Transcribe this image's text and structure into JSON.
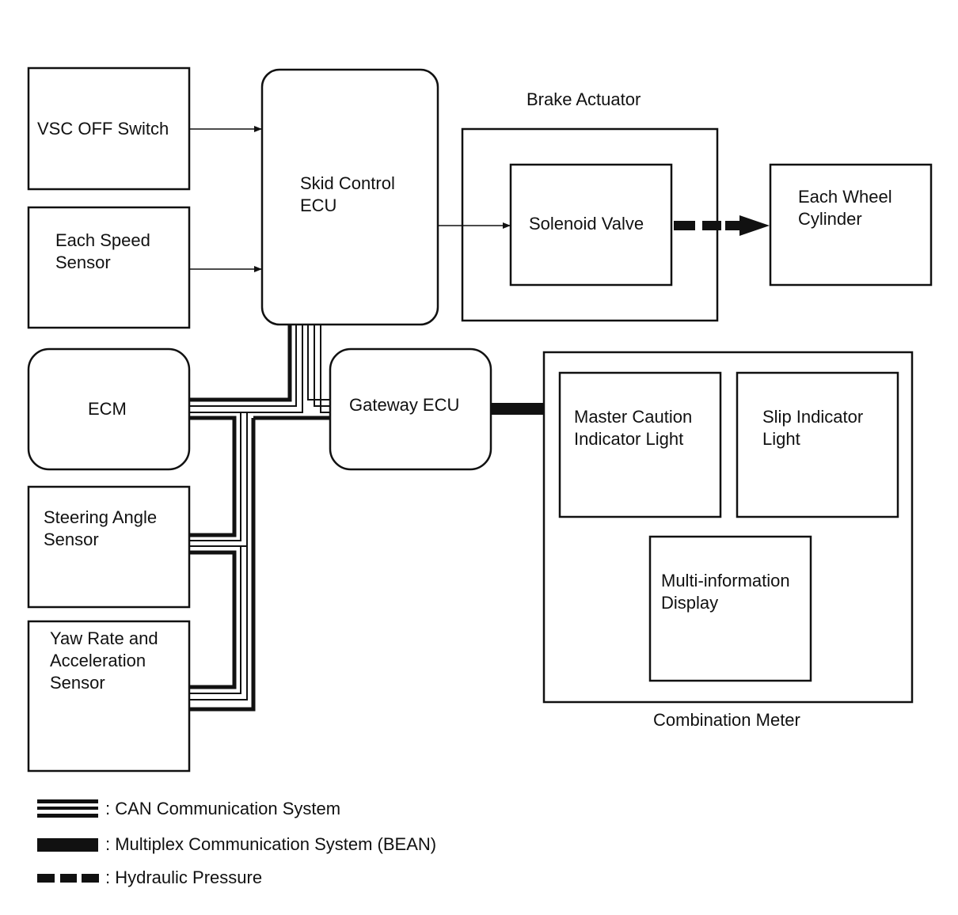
{
  "blocks": {
    "vsc_off_switch": "VSC OFF Switch",
    "each_speed_sensor": "Each Speed\nSensor",
    "skid_control_ecu": "Skid Control\nECU",
    "brake_actuator": "Brake Actuator",
    "solenoid_valve": "Solenoid Valve",
    "each_wheel_cylinder": "Each Wheel\nCylinder",
    "ecm": "ECM",
    "gateway_ecu": "Gateway ECU",
    "steering_angle_sensor": "Steering Angle\nSensor",
    "yaw_rate_sensor": "Yaw Rate and\nAcceleration\nSensor",
    "master_caution": "Master Caution\nIndicator Light",
    "slip_indicator": "Slip Indicator\nLight",
    "multi_info_display": "Multi-information\nDisplay",
    "combination_meter": "Combination Meter"
  },
  "legend": {
    "can": ": CAN Communication System",
    "bean": ": Multiplex Communication System (BEAN)",
    "hydraulic": ": Hydraulic Pressure"
  }
}
